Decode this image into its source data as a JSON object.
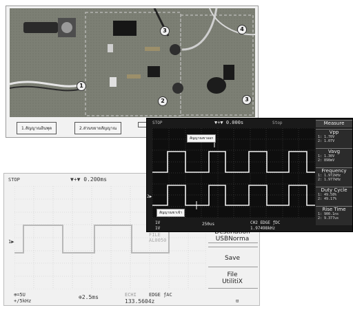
{
  "circuit_photo": {
    "tags": [
      "1.สัญญาณอินพุต",
      "2.ส่วนขยายสัญญาณ"
    ],
    "callout_numbers": [
      "1",
      "2",
      "3",
      "4",
      "3"
    ]
  },
  "scope_main": {
    "header_left": "STOP",
    "trigger_readout": "▼+▼ 0.000s",
    "ch2_label": "2▶",
    "status_right": "Stop",
    "measure_title": "Measure",
    "callout_top": "สัญญาณขาออก",
    "callout_bottom": "สัญญาณขาเข้า",
    "measurements": [
      {
        "title": "Vpp",
        "values": [
          "1: 1.70V",
          "2: 1.07V"
        ]
      },
      {
        "title": "Vavg",
        "values": [
          "1: 1.30V",
          "2: 898mV"
        ]
      },
      {
        "title": "Frequency",
        "values": [
          "1: 1.972kHz",
          "2: 1.977kHz"
        ]
      },
      {
        "title": "Duty Cycle",
        "values": [
          "1: 49.58%",
          "2: 49.17%"
        ]
      },
      {
        "title": "Rise Time",
        "values": [
          "1: 900.1ns",
          "2: 9.377us"
        ]
      }
    ],
    "footer": {
      "ch1_scale": "1V",
      "ch2_scale": "1V",
      "timebase": "250us",
      "trigger": "CH2 EDGE ƒDC",
      "trigger_freq": "1.97498kHz"
    }
  },
  "scope_secondary": {
    "header_left": "STOP",
    "trigger_readout": "▼+▼ 0.200ms",
    "ch_marker": "1▶",
    "menu": [
      {
        "lines": [
          "Destination",
          "USBNorma"
        ]
      },
      {
        "lines": [
          "Save"
        ]
      },
      {
        "lines": [
          "File",
          "UtilitiX"
        ]
      }
    ],
    "footer": {
      "ch1_scale": "⊕=5U",
      "ch1_sub": "+/5kHz",
      "timebase": "⊕2.5ms",
      "trigger": "EDGE ƒAC",
      "trigger_label": "ECHI",
      "trigger_freq": "133.5604z",
      "trigger_freq_label": "⊡"
    },
    "ghost_text": "FILE AL0050"
  }
}
